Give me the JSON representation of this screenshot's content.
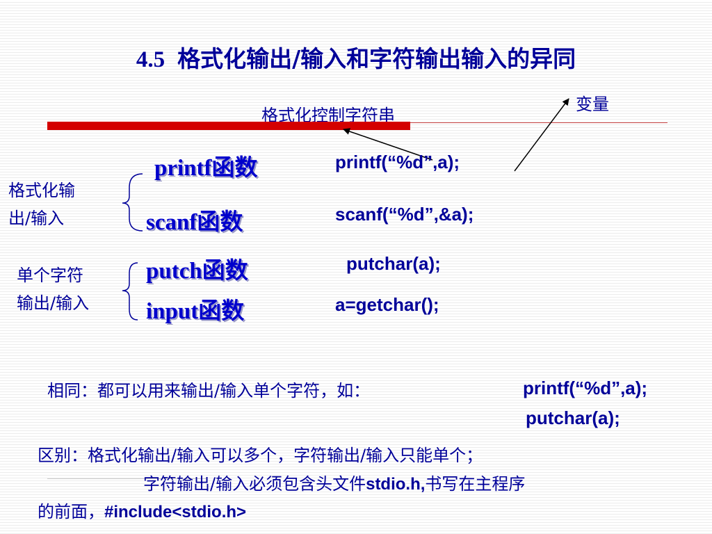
{
  "slide": {
    "title_num": "4.5",
    "title_text": "格式化输出/输入和字符输出输入的异同",
    "label_variable": "变量",
    "label_format_string": "格式化控制字符串",
    "group1_label_line1": "格式化输",
    "group1_label_line2": "出/输入",
    "group2_label_line1": "单个字符",
    "group2_label_line2": "输出/输入",
    "fn_printf": "printf函数",
    "fn_scanf": "scanf函数",
    "fn_putch": "putch函数",
    "fn_input": "input函数",
    "code_printf": "printf(“%d”,a);",
    "code_scanf": "scanf(“%d”,&a);",
    "code_putchar": "putchar(a);",
    "code_getchar": "a=getchar();",
    "same_text": "相同：都可以用来输出/输入单个字符，如：",
    "same_code1": "printf(“%d”,a);",
    "same_code2": "putchar(a);",
    "diff_line1": "区别：格式化输出/输入可以多个，字符输出/输入只能单个；",
    "diff_line2_a": "字符输出/输入必须包含头文件",
    "diff_line2_b": "stdio.h,",
    "diff_line2_c": "书写在主程序",
    "diff_line3_a": "的前面，",
    "diff_line3_b": "#include<stdio.h>"
  }
}
